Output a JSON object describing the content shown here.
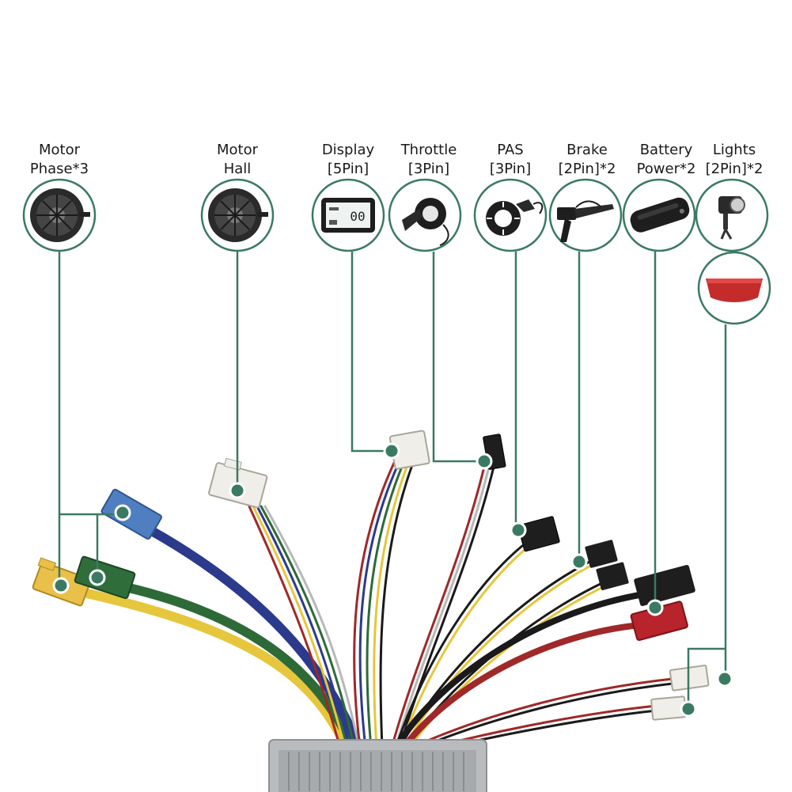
{
  "colors": {
    "accent": "#3a7a62",
    "wire_red": "#a02828",
    "wire_blue": "#2c3a8c",
    "wire_yellow": "#e6c63c",
    "wire_green": "#2e6a38",
    "wire_black": "#1a1a1a",
    "wire_gray": "#b8b8b8",
    "connector_blue": "#4f7fc0",
    "connector_yellow": "#e9c04a",
    "connector_green": "#2f6e3a",
    "connector_red": "#b8242c",
    "connector_white": "#f0eee8",
    "connector_black": "#1e1e1e",
    "controller_case": "#b9bcbf"
  },
  "components": [
    {
      "id": "motor-phase",
      "line1": "Motor",
      "line2": "Phase*3",
      "icon": "hub-motor-icon"
    },
    {
      "id": "motor-hall",
      "line1": "Motor",
      "line2": "Hall",
      "icon": "hub-motor-icon"
    },
    {
      "id": "display",
      "line1": "Display",
      "line2": "[5Pin]",
      "icon": "lcd-display-icon"
    },
    {
      "id": "throttle",
      "line1": "Throttle",
      "line2": "[3Pin]",
      "icon": "thumb-throttle-icon"
    },
    {
      "id": "pas",
      "line1": "PAS",
      "line2": "[3Pin]",
      "icon": "pas-sensor-icon"
    },
    {
      "id": "brake",
      "line1": "Brake",
      "line2": "[2Pin]*2",
      "icon": "brake-lever-icon"
    },
    {
      "id": "battery",
      "line1": "Battery",
      "line2": "Power*2",
      "icon": "battery-pack-icon"
    },
    {
      "id": "lights",
      "line1": "Lights",
      "line2": "[2Pin]*2",
      "icon": "headlight-icon"
    }
  ],
  "extra_icons": [
    "tail-light-icon"
  ],
  "display_icon_text": "00"
}
